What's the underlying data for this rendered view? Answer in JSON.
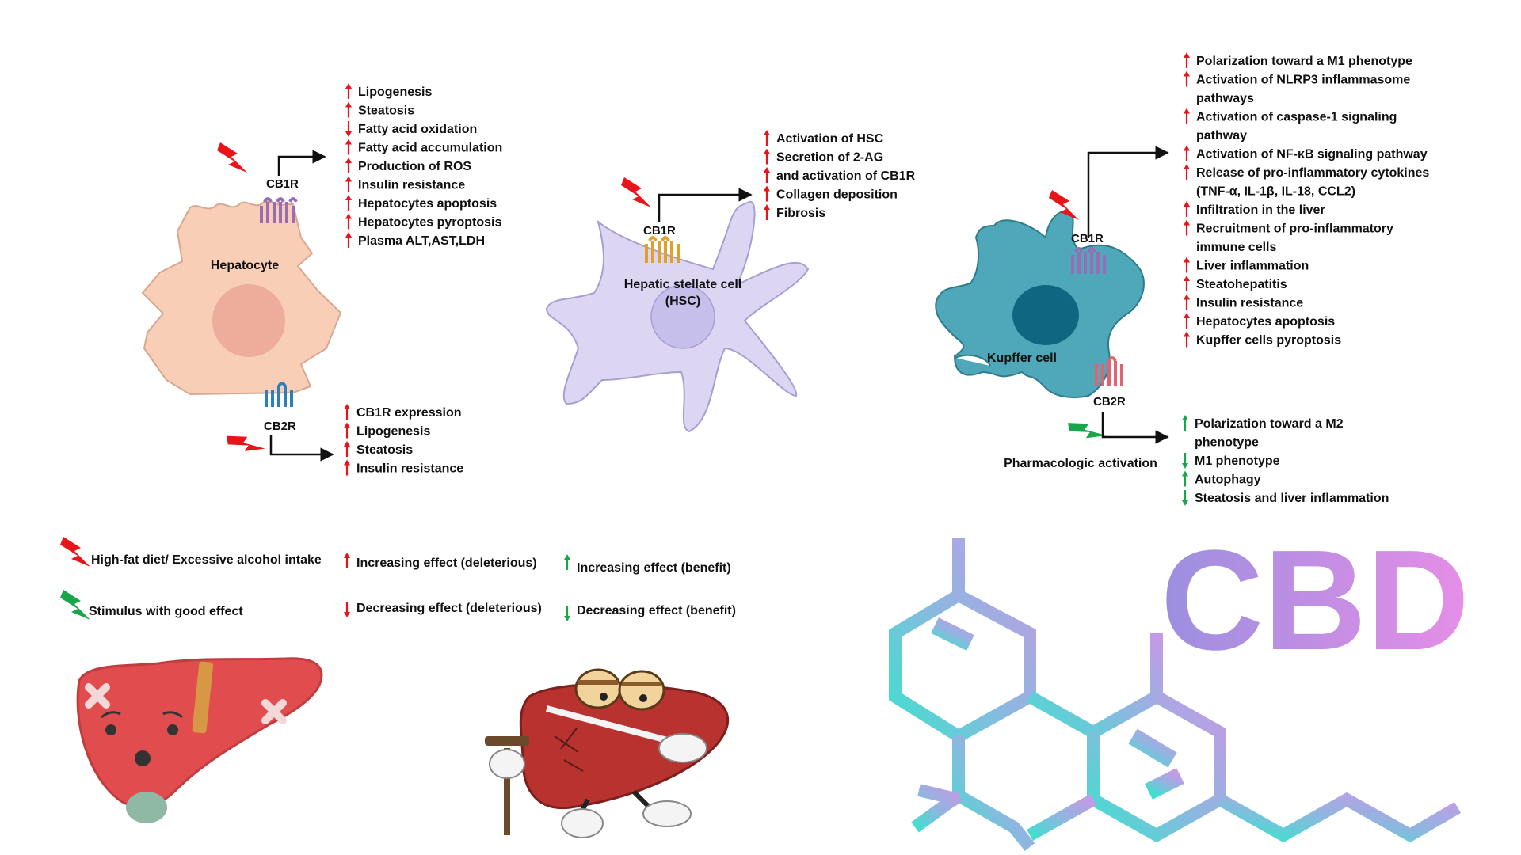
{
  "hepatocyte": {
    "cell_label": "Hepatocyte",
    "cb1r_label": "CB1R",
    "cb2r_label": "CB2R",
    "cb1r_effects": [
      {
        "text": "Lipogenesis",
        "dir": "up",
        "kind": "deleterious"
      },
      {
        "text": "Steatosis",
        "dir": "up",
        "kind": "deleterious"
      },
      {
        "text": "Fatty acid oxidation",
        "dir": "down",
        "kind": "deleterious"
      },
      {
        "text": "Fatty acid accumulation",
        "dir": "up",
        "kind": "deleterious"
      },
      {
        "text": "Production of ROS",
        "dir": "up",
        "kind": "deleterious"
      },
      {
        "text": "Insulin resistance",
        "dir": "up",
        "kind": "deleterious"
      },
      {
        "text": "Hepatocytes apoptosis",
        "dir": "up",
        "kind": "deleterious"
      },
      {
        "text": "Hepatocytes pyroptosis",
        "dir": "up",
        "kind": "deleterious"
      },
      {
        "text": "Plasma ALT,AST,LDH",
        "dir": "up",
        "kind": "deleterious"
      }
    ],
    "cb2r_effects": [
      {
        "text": "CB1R expression",
        "dir": "up",
        "kind": "deleterious"
      },
      {
        "text": "Lipogenesis",
        "dir": "up",
        "kind": "deleterious"
      },
      {
        "text": "Steatosis",
        "dir": "up",
        "kind": "deleterious"
      },
      {
        "text": "Insulin resistance",
        "dir": "up",
        "kind": "deleterious"
      }
    ]
  },
  "hsc": {
    "cell_label_line1": "Hepatic stellate cell",
    "cell_label_line2": "(HSC)",
    "cb1r_label": "CB1R",
    "cb1r_effects": [
      {
        "text": "Activation of HSC",
        "dir": "up",
        "kind": "deleterious"
      },
      {
        "text": "Secretion of 2-AG",
        "dir": "up",
        "kind": "deleterious"
      },
      {
        "text": "and activation of CB1R",
        "dir": "up",
        "kind": "deleterious"
      },
      {
        "text": "Collagen deposition",
        "dir": "up",
        "kind": "deleterious"
      },
      {
        "text": "Fibrosis",
        "dir": "up",
        "kind": "deleterious"
      }
    ]
  },
  "kupffer": {
    "cell_label": "Kupffer cell",
    "cb1r_label": "CB1R",
    "cb2r_label": "CB2R",
    "pharm_label": "Pharmacologic activation",
    "cb1r_effects": [
      {
        "text": "Polarization toward a M1 phenotype",
        "dir": "up",
        "kind": "deleterious"
      },
      {
        "text": "Activation of NLRP3 inflammasome",
        "dir": "up",
        "kind": "deleterious"
      },
      {
        "text": "pathways",
        "dir": "none",
        "kind": "deleterious"
      },
      {
        "text": "Activation of caspase-1 signaling",
        "dir": "up",
        "kind": "deleterious"
      },
      {
        "text": "pathway",
        "dir": "none",
        "kind": "deleterious"
      },
      {
        "text": "Activation of NF-κB signaling pathway",
        "dir": "up",
        "kind": "deleterious"
      },
      {
        "text": "Release of pro-inflammatory cytokines",
        "dir": "up",
        "kind": "deleterious"
      },
      {
        "text": "(TNF-α, IL-1β, IL-18, CCL2)",
        "dir": "none",
        "kind": "deleterious"
      },
      {
        "text": "Infiltration in the liver",
        "dir": "up",
        "kind": "deleterious"
      },
      {
        "text": "Recruitment of pro-inflammatory",
        "dir": "up",
        "kind": "deleterious"
      },
      {
        "text": "immune cells",
        "dir": "none",
        "kind": "deleterious"
      },
      {
        "text": "Liver inflammation",
        "dir": "up",
        "kind": "deleterious"
      },
      {
        "text": "Steatohepatitis",
        "dir": "up",
        "kind": "deleterious"
      },
      {
        "text": "Insulin resistance",
        "dir": "up",
        "kind": "deleterious"
      },
      {
        "text": "Hepatocytes apoptosis",
        "dir": "up",
        "kind": "deleterious"
      },
      {
        "text": "Kupffer cells pyroptosis",
        "dir": "up",
        "kind": "deleterious"
      }
    ],
    "cb2r_effects": [
      {
        "text": "Polarization toward a M2",
        "dir": "up",
        "kind": "benefit"
      },
      {
        "text": "phenotype",
        "dir": "none",
        "kind": "benefit"
      },
      {
        "text": "M1 phenotype",
        "dir": "down",
        "kind": "benefit"
      },
      {
        "text": "Autophagy",
        "dir": "up",
        "kind": "benefit"
      },
      {
        "text": "Steatosis and liver inflammation",
        "dir": "down",
        "kind": "benefit"
      }
    ]
  },
  "legend": {
    "harmful_stimulus": "High-fat diet/ Excessive alcohol intake",
    "good_stimulus": "Stimulus with good effect",
    "inc_deleterious": "Increasing effect (deleterious)",
    "dec_deleterious": "Decreasing effect (deleterious)",
    "inc_benefit": "Increasing effect (benefit)",
    "dec_benefit": "Decreasing effect (benefit)"
  },
  "cbd": {
    "logo_text": "CBD"
  },
  "colors": {
    "deleterious": "#e8141a",
    "benefit": "#19a64b",
    "hepatocyte_fill": "#f8cfb6",
    "hsc_fill": "#ddd6f3",
    "kupffer_fill": "#4ea8b9",
    "kupffer_nucleus": "#0e6680"
  },
  "icons": [
    "lightning-bolt-icon",
    "receptor-icon",
    "liver-cartoon-icon",
    "cbd-molecule-icon"
  ]
}
